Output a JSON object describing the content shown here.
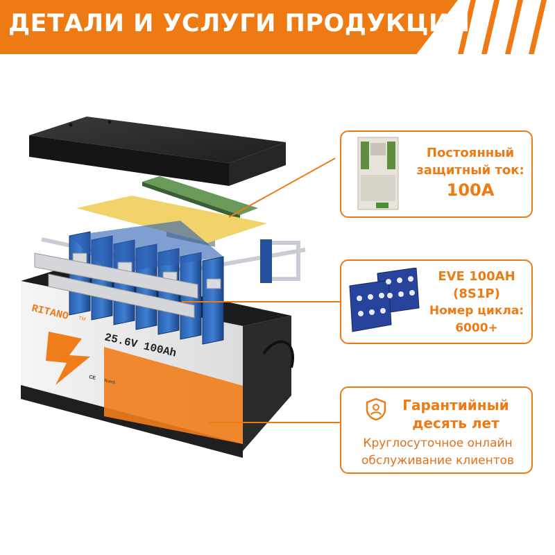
{
  "banner": {
    "title": "ДЕТАЛИ И УСЛУГИ ПРОДУКЦИИ"
  },
  "colors": {
    "accent": "#ee7a14",
    "battery_body": "#2b2b2b",
    "cell_blue": "#1f4f9a"
  },
  "product": {
    "brand": "RITANO",
    "trademark": "TM",
    "rating": "25.6V 100Ah",
    "cert_marks": [
      "CE",
      "RoHS"
    ]
  },
  "features": [
    {
      "icon": "bms-board-icon",
      "lines": [
        "Постоянный",
        "защитный ток:",
        "100A"
      ]
    },
    {
      "icon": "battery-cells-icon",
      "lines": [
        "EVE 100AH",
        "(8S1P)",
        "Номер цикла:",
        "6000+"
      ]
    },
    {
      "icon": "shield-person-icon",
      "title_lines": [
        "Гарантийный",
        "десять лет"
      ],
      "service_lines": [
        "Круглосуточное онлайн",
        "обслуживание клиентов"
      ]
    }
  ]
}
